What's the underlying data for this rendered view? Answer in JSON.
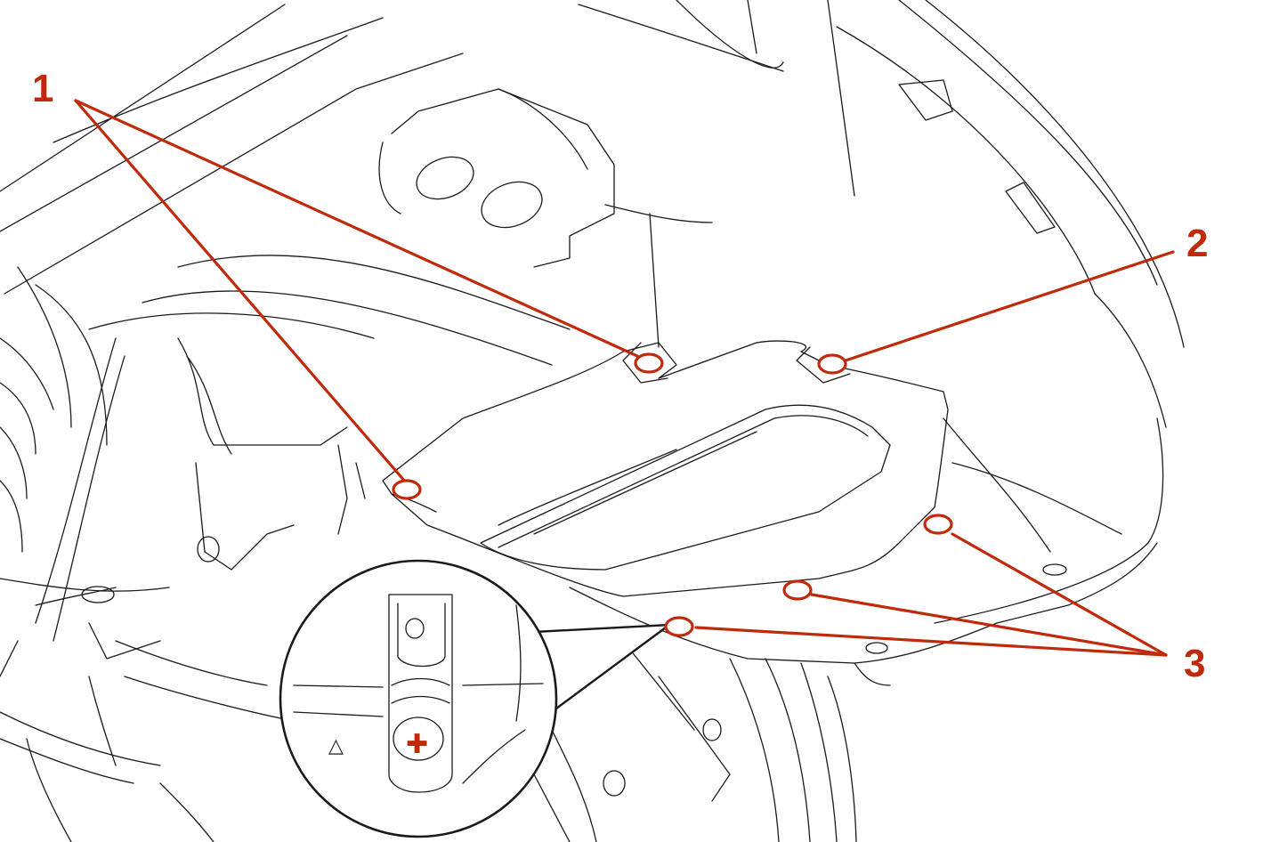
{
  "diagram": {
    "callouts": [
      {
        "id": "1",
        "label": "1"
      },
      {
        "id": "2",
        "label": "2"
      },
      {
        "id": "3",
        "label": "3"
      }
    ],
    "detail_view": {
      "symbols": [
        "△",
        "✚"
      ]
    }
  },
  "colors": {
    "accent": "#c02a0a",
    "linework": "#1a1a1a",
    "background": "#ffffff"
  },
  "icons": {
    "fastener_marker": "fastener-ellipse-icon",
    "detail_warning": "triangle-icon",
    "detail_fastener": "cross-icon"
  }
}
